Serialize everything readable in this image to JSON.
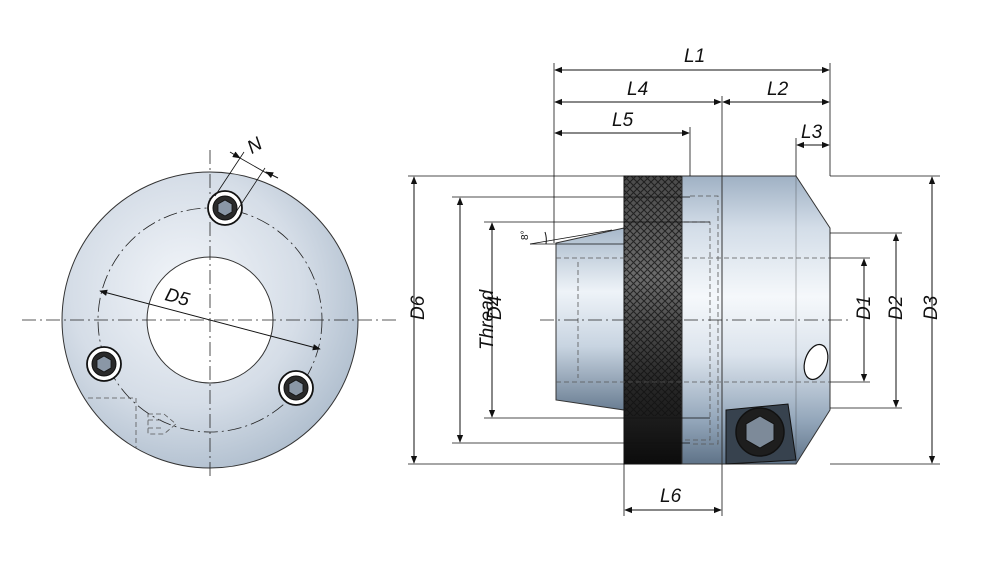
{
  "labels": {
    "n": "N",
    "d5": "D5",
    "l1": "L1",
    "l2": "L2",
    "l3": "L3",
    "l4": "L4",
    "l5": "L5",
    "l6": "L6",
    "d1": "D1",
    "d2": "D2",
    "d3": "D3",
    "d4": "D4",
    "d6": "D6",
    "thread": "Thread",
    "angle": "8°"
  },
  "colors": {
    "steel_light": "#eef2f7",
    "steel_mid": "#b9c8d8",
    "steel_dark": "#6f8399",
    "knurl_dark": "#1a1a1a",
    "knurl_light": "#5a5a5a",
    "line": "#111111"
  }
}
